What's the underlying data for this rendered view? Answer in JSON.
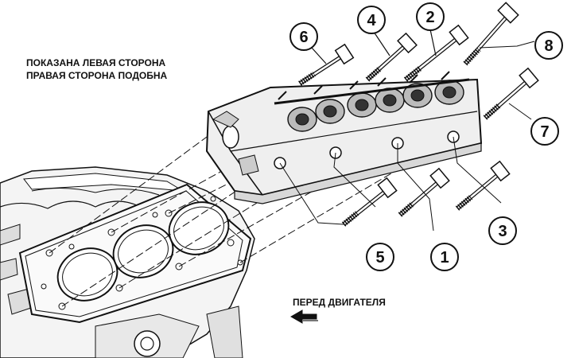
{
  "captions": {
    "note_line1": "ПОКАЗАНА ЛЕВАЯ СТОРОНА",
    "note_line2": "ПРАВАЯ СТОРОНА ПОДОБНА",
    "front_label": "ПЕРЕД ДВИГАТЕЛЯ"
  },
  "bolt_callouts": [
    {
      "id": "6",
      "label": "6"
    },
    {
      "id": "4",
      "label": "4"
    },
    {
      "id": "2",
      "label": "2"
    },
    {
      "id": "8",
      "label": "8"
    },
    {
      "id": "7",
      "label": "7"
    },
    {
      "id": "3",
      "label": "3"
    },
    {
      "id": "1",
      "label": "1"
    },
    {
      "id": "5",
      "label": "5"
    }
  ],
  "icons": {
    "front_arrow": "left-arrow-icon"
  }
}
